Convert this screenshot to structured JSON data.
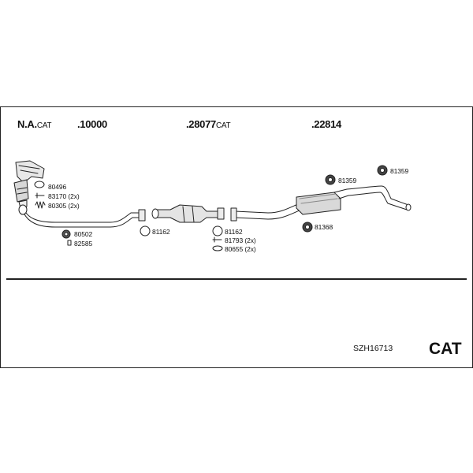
{
  "header": {
    "left_code": "N.A.",
    "left_suffix": "CAT",
    "code_1": ".10000",
    "code_2": ".28077",
    "code_2_suffix": "CAT",
    "code_3": ".22814"
  },
  "parts": {
    "p80496": "80496",
    "p83170": "83170 (2x)",
    "p80305": "80305 (2x)",
    "p80502": "80502",
    "p82585": "82585",
    "p81162a": "81162",
    "p81162b": "81162",
    "p81793": "81793 (2x)",
    "p80655": "80655 (2x)",
    "p81359a": "81359",
    "p81359b": "81359",
    "p81368": "81368"
  },
  "footer": {
    "set_code": "SZH16713",
    "type_label": "CAT"
  },
  "icons": [
    "exhaust-manifold-icon",
    "front-pipe-icon",
    "catalytic-converter-icon",
    "middle-pipe-icon",
    "rear-muffler-icon",
    "gasket-ring-icon",
    "bolt-icon",
    "spring-icon",
    "clamp-icon",
    "rubber-hanger-icon",
    "nut-icon"
  ]
}
